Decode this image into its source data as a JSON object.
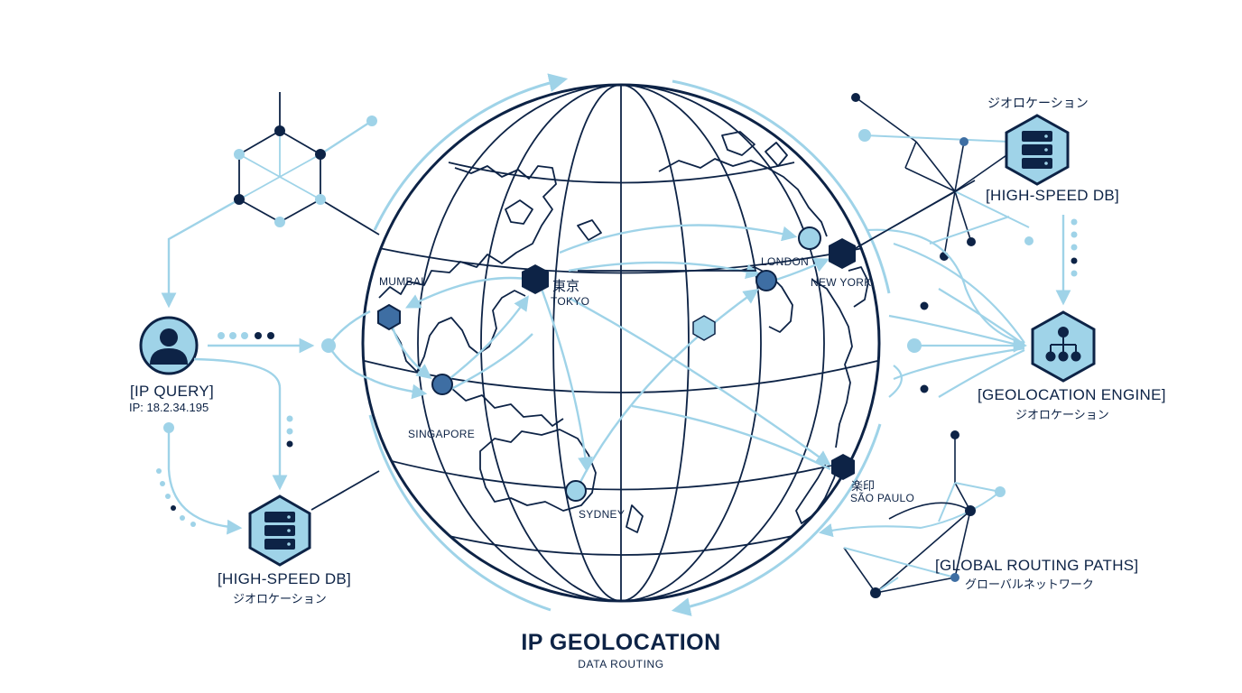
{
  "colors": {
    "navy": "#0d2346",
    "light_blue": "#9fd3e8",
    "mid_blue": "#3e6ea3",
    "pale": "#dff1f8"
  },
  "cities": {
    "mumbai": "MUMBAI",
    "tokyo_jp": "東京",
    "tokyo": "TOKYO",
    "london": "LONDON",
    "new_york": "NEW YORK",
    "singapore": "SINGAPORE",
    "sydney": "SYDNEY",
    "sao_paulo_jp": "楽印",
    "sao_paulo": "SÃO PAULO"
  },
  "nodes": {
    "ip_query": {
      "heading": "[IP QUERY]",
      "detail": "IP: 18.2.34.195",
      "icon": "user-icon"
    },
    "db_left": {
      "heading": "[HIGH-SPEED DB]",
      "sub": "ジオロケーション",
      "icon": "server-icon"
    },
    "db_right": {
      "heading": "[HIGH-SPEED DB]",
      "sub": "ジオロケーション",
      "icon": "server-icon"
    },
    "geo_engine": {
      "heading": "[GEOLOCATION ENGINE]",
      "sub": "ジオロケーション",
      "icon": "hierarchy-icon"
    },
    "routing": {
      "heading": "[GLOBAL ROUTING PATHS]",
      "sub": "グローバルネットワーク"
    }
  },
  "title": {
    "main": "IP GEOLOCATION",
    "sub": "DATA ROUTING"
  }
}
